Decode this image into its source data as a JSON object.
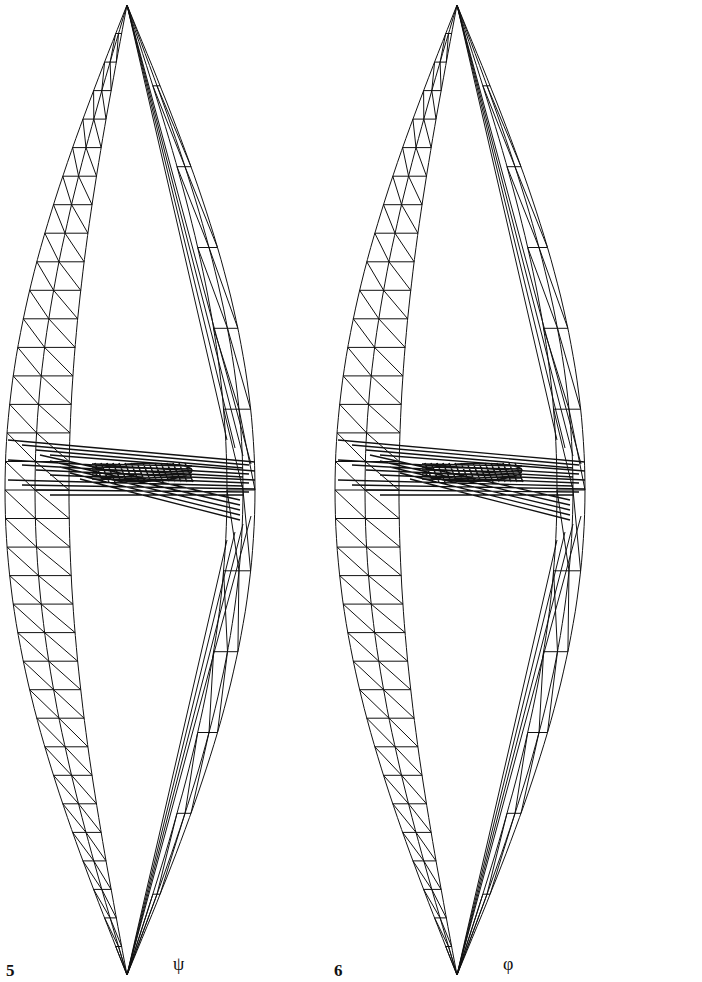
{
  "diagram": {
    "labels": [
      "5",
      "ψ",
      "6",
      "φ"
    ]
  }
}
